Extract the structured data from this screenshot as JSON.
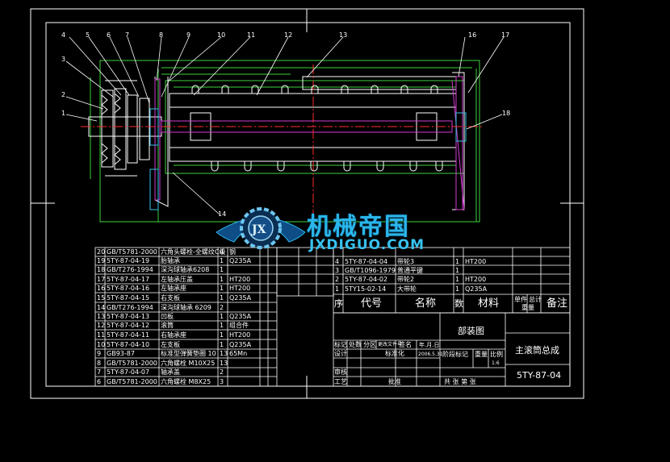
{
  "balloons": [
    "1",
    "2",
    "3",
    "4",
    "5",
    "6",
    "7",
    "8",
    "9",
    "10",
    "11",
    "12",
    "13",
    "14",
    "16",
    "17",
    "18"
  ],
  "watermark": {
    "title": "机械帝国",
    "subtitle": "JXDIGUO.COM",
    "emblem_letters": "JX"
  },
  "bom_left": [
    {
      "no": "20",
      "code": "GB/T5781-2000",
      "name": "六角头螺栓-全螺纹C级",
      "qty": "4",
      "mat": "钢"
    },
    {
      "no": "19",
      "code": "5TY-87-04-19",
      "name": "胎轴承",
      "qty": "1",
      "mat": "Q235A"
    },
    {
      "no": "18",
      "code": "GB/T276-1994",
      "name": "深沟球轴承6208",
      "qty": "1",
      "mat": ""
    },
    {
      "no": "17",
      "code": "5TY-87-04-17",
      "name": "左轴承压盖",
      "qty": "1",
      "mat": "HT200"
    },
    {
      "no": "16",
      "code": "5TY-87-04-16",
      "name": "左轴承座",
      "qty": "1",
      "mat": "HT200"
    },
    {
      "no": "15",
      "code": "5TY-87-04-15",
      "name": "右支板",
      "qty": "1",
      "mat": "Q235A"
    },
    {
      "no": "14",
      "code": "GB/T276-1994",
      "name": "深沟球轴承 6209",
      "qty": "2",
      "mat": ""
    },
    {
      "no": "13",
      "code": "5TY-87-04-13",
      "name": "凹板",
      "qty": "1",
      "mat": "Q235A"
    },
    {
      "no": "12",
      "code": "5TY-87-04-12",
      "name": "滚筒",
      "qty": "1",
      "mat": "组合件"
    },
    {
      "no": "11",
      "code": "5TY-87-04-11",
      "name": "右轴承座",
      "qty": "1",
      "mat": "HT200"
    },
    {
      "no": "10",
      "code": "5TY-87-04-10",
      "name": "左支板",
      "qty": "1",
      "mat": "Q235A"
    },
    {
      "no": "9",
      "code": "GB93-87",
      "name": "标准型弹簧垫圈 10",
      "qty": "13",
      "mat": "65Mn"
    },
    {
      "no": "8",
      "code": "GB/T5781-2000",
      "name": "六角螺栓 M10X25",
      "qty": "13",
      "mat": ""
    },
    {
      "no": "7",
      "code": "5TY-87-04-07",
      "name": "轴承盖",
      "qty": "2",
      "mat": ""
    },
    {
      "no": "6",
      "code": "GB/T5781-2000",
      "name": "六角螺栓 M8X25",
      "qty": "3",
      "mat": ""
    }
  ],
  "bom_right": [
    {
      "no": "4",
      "code": "5TY-87-04-04",
      "name": "带轮3",
      "qty": "1",
      "mat": "HT200"
    },
    {
      "no": "3",
      "code": "GB/T1096-1979",
      "name": "普通平键",
      "qty": "1",
      "mat": ""
    },
    {
      "no": "2",
      "code": "5TY-87-04-02",
      "name": "带轮2",
      "qty": "1",
      "mat": "HT200"
    },
    {
      "no": "1",
      "code": "5TY15-02-14",
      "name": "大带轮",
      "qty": "1",
      "mat": "Q235A"
    }
  ],
  "bom_header": {
    "no": "序",
    "code": "代号",
    "name": "名称",
    "qty": "数",
    "mat": "材料",
    "wt1": "单件",
    "wt2": "总计",
    "wt3": "重量",
    "note": "备注"
  },
  "title_block": {
    "assembly_label": "部装图",
    "drawing_name": "主滚筒总成",
    "drawing_no": "5TY-87-04",
    "mark": "标记",
    "count": "处数",
    "zone": "分区",
    "change_doc": "更改文件号",
    "sign": "签名",
    "date": "年.月.日",
    "design": "设计",
    "standardize": "标准化",
    "stage_mark": "阶段标记",
    "weight": "重量",
    "scale": "比例",
    "review": "审核",
    "process": "工艺",
    "approve": "批准",
    "date_val": "2006.5.31",
    "scale_val": "1:6",
    "sheets": "共  张  第  张"
  }
}
